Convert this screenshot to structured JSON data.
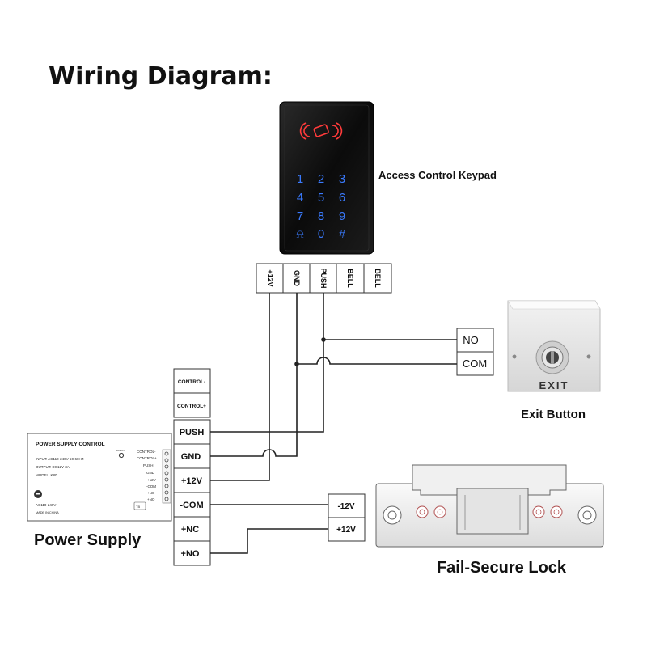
{
  "title": "Wiring Diagram:",
  "keypad": {
    "label": "Access Control Keypad",
    "keys": [
      "1",
      "2",
      "3",
      "4",
      "5",
      "6",
      "7",
      "8",
      "9",
      "⍾",
      "0",
      "#"
    ],
    "terminals": [
      "+12V",
      "GND",
      "PUSH",
      "BELL",
      "BELL"
    ]
  },
  "exit_button": {
    "label": "Exit Button",
    "plate_text": "EXIT",
    "terminals": [
      "NO",
      "COM"
    ]
  },
  "power_supply": {
    "label": "Power Supply",
    "device_title": "POWER SUPPLY CONTROL",
    "device_lines": [
      "INPUT: AC110-240V 50-60HZ",
      "OUTPUT: DC12V 3A",
      "MODEL: K80",
      "AC110-240V",
      "MADE IN CHINA"
    ],
    "power_tag": "power",
    "device_terms": [
      "CONTROL-",
      "CONTROL+",
      "PUSH",
      "GND",
      "+12V",
      "-COM",
      "+NC",
      "+NO"
    ],
    "terminals": [
      "CONTROL-",
      "CONTROL+",
      "PUSH",
      "GND",
      "+12V",
      "-COM",
      "+NC",
      "+NO"
    ]
  },
  "lock": {
    "label": "Fail-Secure Lock",
    "terminals": [
      "-12V",
      "+12V"
    ]
  },
  "colors": {
    "wire": "#222222",
    "border": "#333333",
    "keypad_body": "#111111",
    "keypad_glow": "#3a7bff",
    "rfid": "#ff3b3b"
  }
}
